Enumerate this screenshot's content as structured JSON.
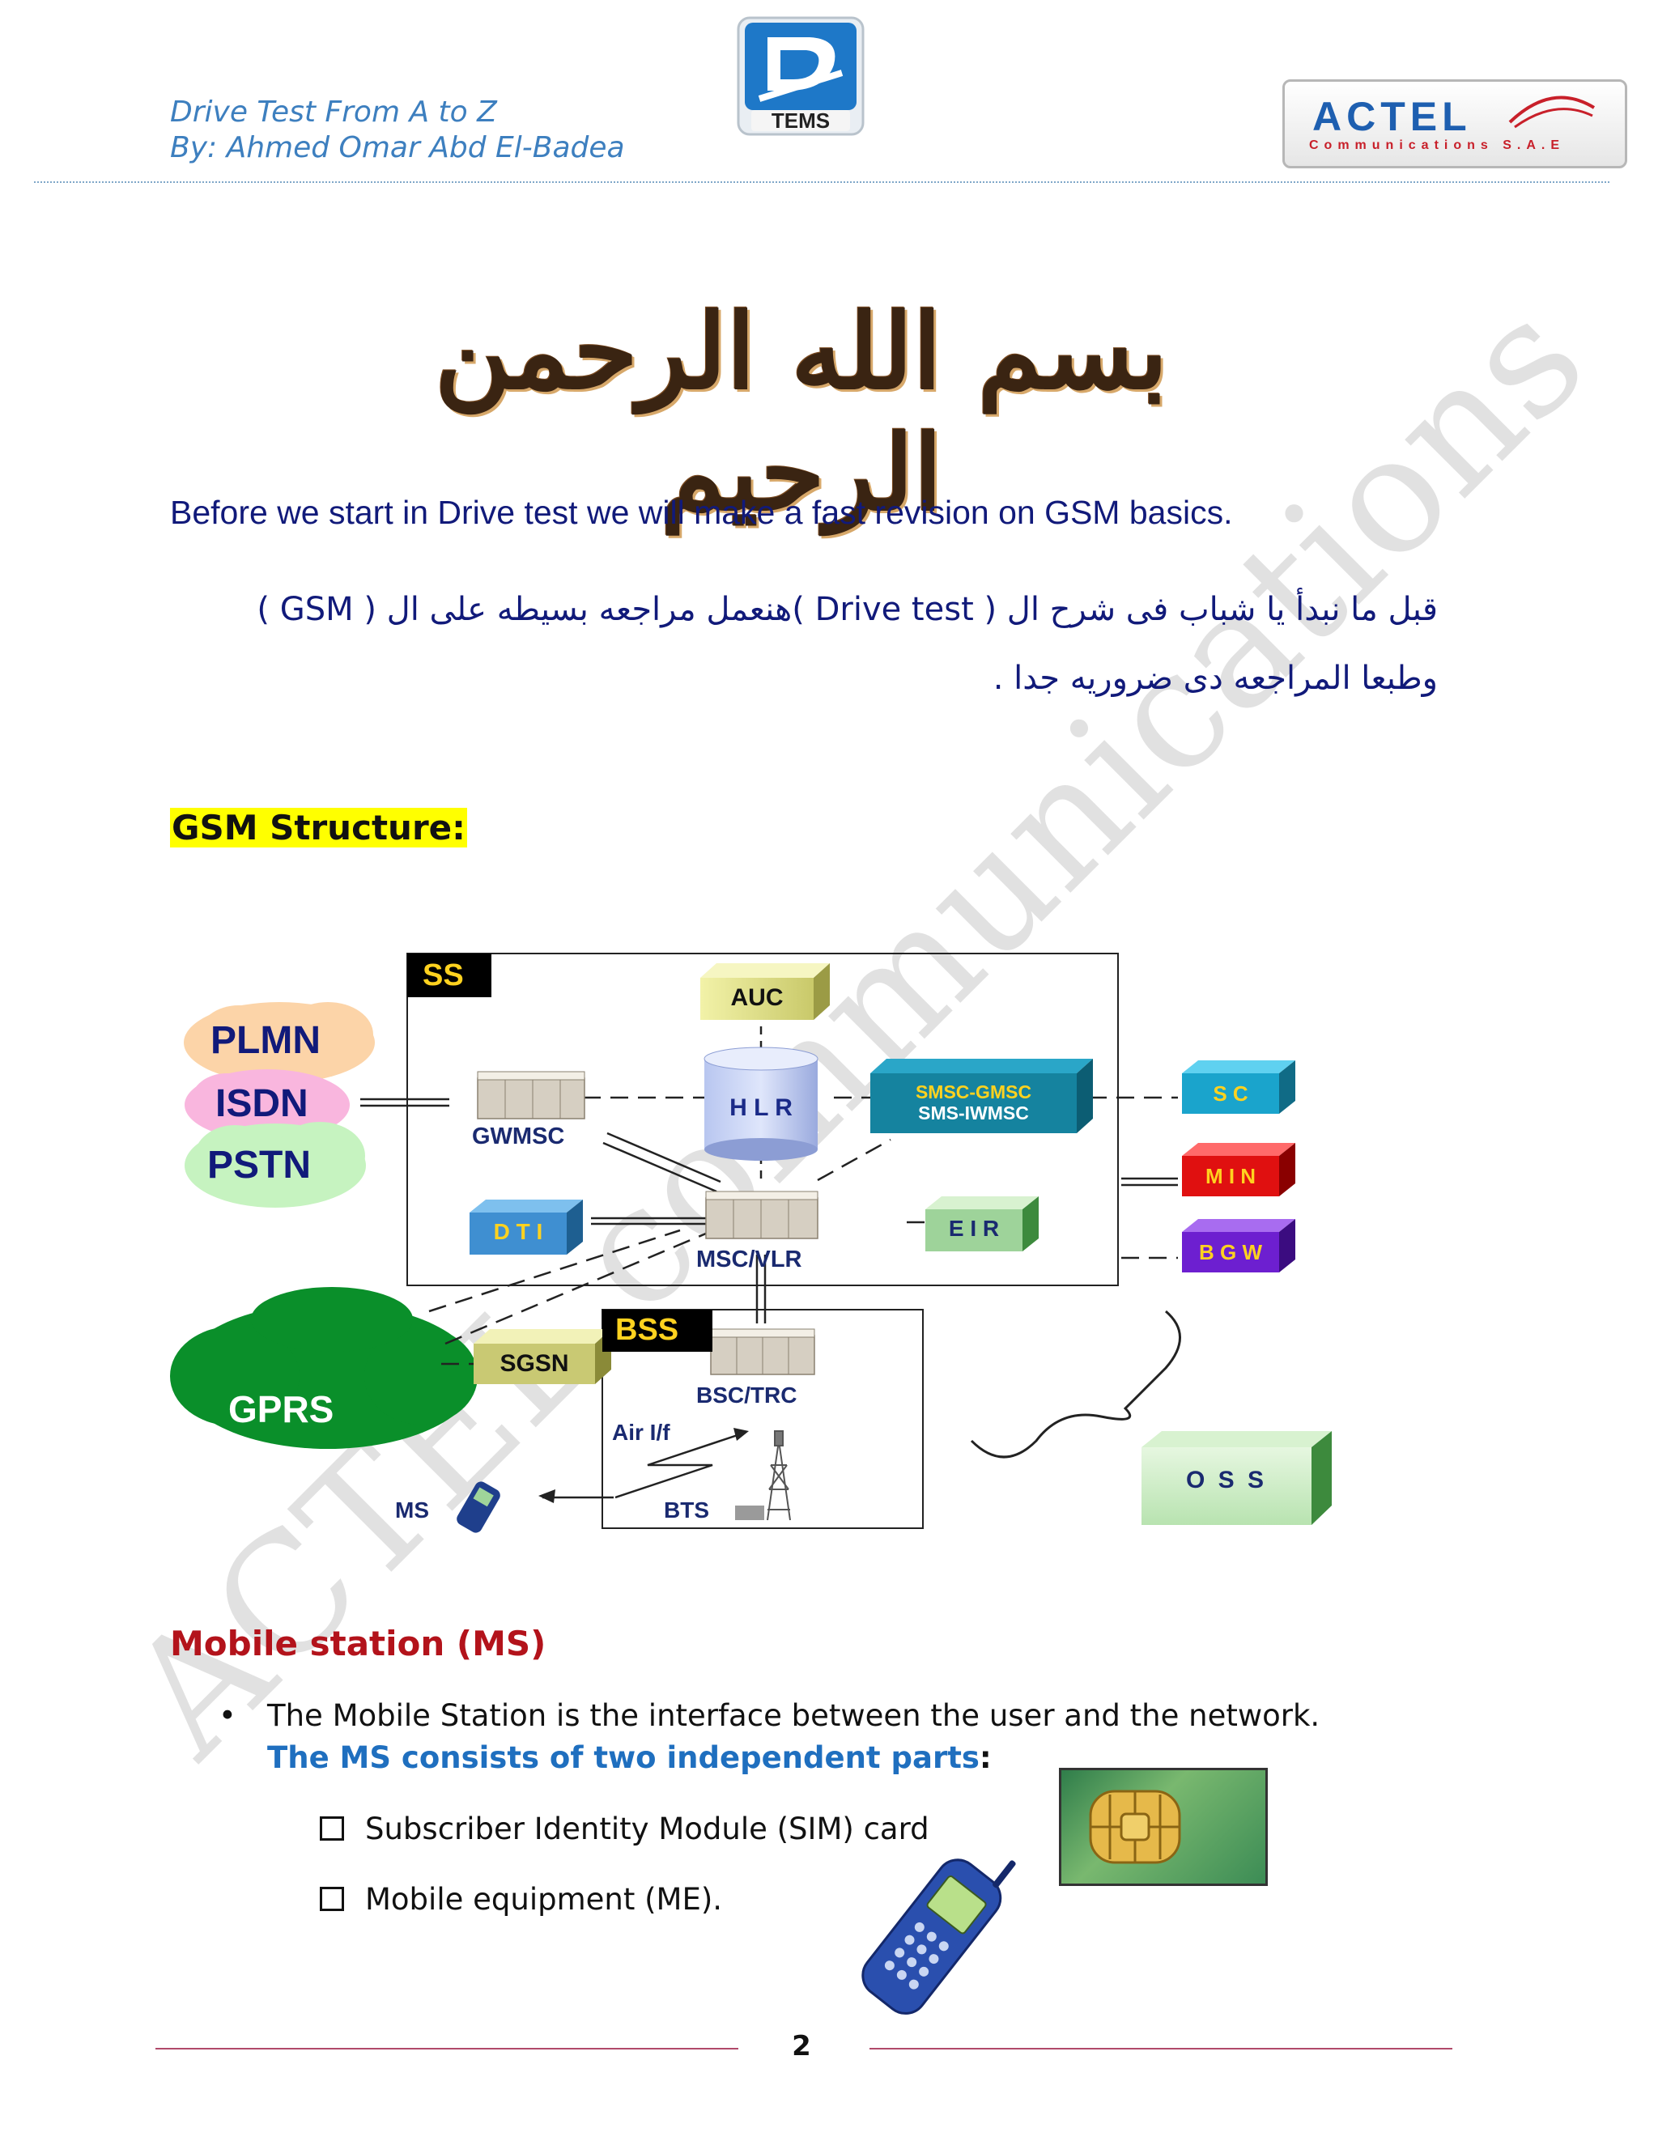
{
  "header": {
    "line1": "Drive Test From A to Z",
    "line2": "By: Ahmed Omar Abd El-Badea",
    "center_logo_text": "TEMS",
    "right_logo_main": "ACTEL",
    "right_logo_sub": "Communications S.A.E"
  },
  "basmala": "بسم الله الرحمن الرحيم",
  "intro_en": "Before we start in Drive test we will make a fast revision on GSM basics.",
  "intro_ar_line1": "قبل ما نبدأ يا شباب فى شرح ال ( Drive test )هنعمل مراجعه بسيطه على ال ( GSM )",
  "intro_ar_line2": "وطبعا المراجعه دى ضروريه جدا .",
  "gsm_heading": "GSM Structure:",
  "watermark": "ACTEL communications",
  "diagram": {
    "ss": "SS",
    "bss": "BSS",
    "auc": "AUC",
    "hlr": "H L R",
    "gwmsc": "GWMSC",
    "msc_vlr": "MSC/VLR",
    "dti": "D T I",
    "eir": "E I R",
    "smsc_line1": "SMSC-GMSC",
    "smsc_line2": "SMS-IWMSC",
    "sc": "S C",
    "min": "M I N",
    "bgw": "B G W",
    "plmn": "PLMN",
    "isdn": "ISDN",
    "pstn": "PSTN",
    "sgsn": "SGSN",
    "gprs": "GPRS",
    "bsc_trc": "BSC/TRC",
    "air_if": "Air I/f",
    "bts": "BTS",
    "ms": "MS",
    "oss": "O S S"
  },
  "ms_section": {
    "heading": "Mobile station (MS)",
    "bullet": "The Mobile Station is the interface between the user and the network.",
    "consists": "The MS consists of two independent parts",
    "consists_colon": ":",
    "items": [
      "Subscriber Identity Module (SIM) card",
      "Mobile equipment (ME)."
    ]
  },
  "page_number": "2",
  "colors": {
    "header_text": "#3d7fbf",
    "heading_red": "#b3131b",
    "highlight": "#ffff00",
    "body_blue": "#111a7a",
    "footer_line": "#b04a6a"
  }
}
